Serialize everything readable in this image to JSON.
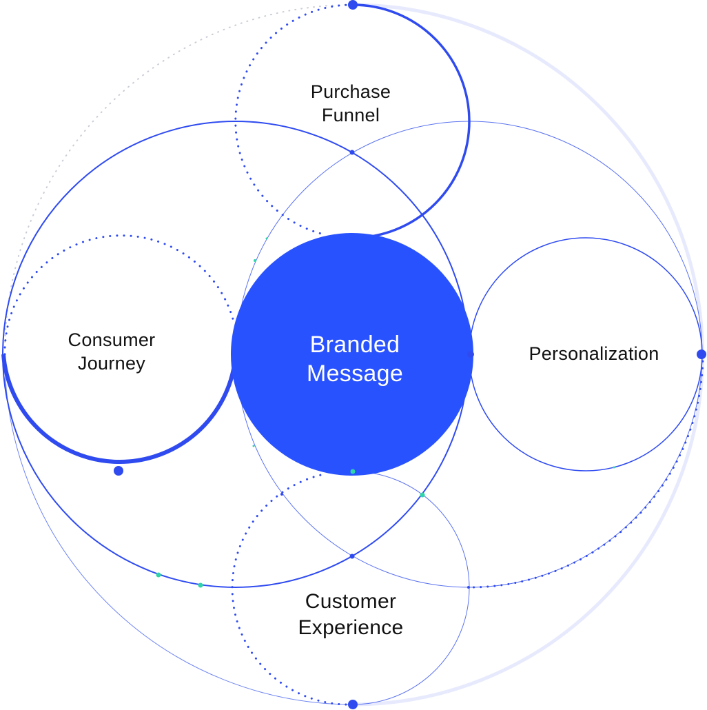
{
  "diagram": {
    "colors": {
      "primary": "#2952FF",
      "line": "#2F4BF0",
      "faint": "#E7EAFD",
      "accent_dot": "#2FD5A8",
      "text": "#111111",
      "center_text": "#FFFFFF"
    },
    "center": {
      "line1": "Branded",
      "line2": "Message"
    },
    "nodes": {
      "purchase_funnel": {
        "line1": "Purchase",
        "line2": "Funnel"
      },
      "consumer_journey": {
        "line1": "Consumer",
        "line2": "Journey"
      },
      "personalization": {
        "line1": "Personalization"
      },
      "customer_experience": {
        "line1": "Customer",
        "line2": "Experience"
      }
    }
  }
}
